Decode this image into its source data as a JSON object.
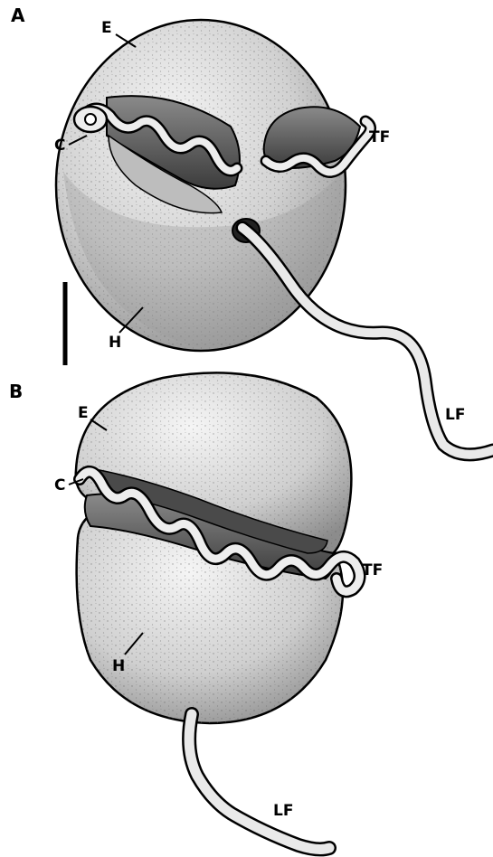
{
  "panels": [
    {
      "letter": "A",
      "labels": {
        "epicone": "E",
        "cingulum": "C",
        "transverse_flagellum": "TF",
        "hypocone": "H",
        "longitudinal_flagellum": "LF"
      }
    },
    {
      "letter": "B",
      "labels": {
        "epicone": "E",
        "cingulum": "C",
        "transverse_flagellum": "TF",
        "hypocone": "H",
        "longitudinal_flagellum": "LF"
      }
    }
  ],
  "colors": {
    "ink": "#000000",
    "cell_light": "#e4e4e4",
    "cell_mid": "#b7b7b7",
    "cell_dark": "#707070",
    "groove": "#4a4a4a",
    "flagellum": "#ececec"
  }
}
